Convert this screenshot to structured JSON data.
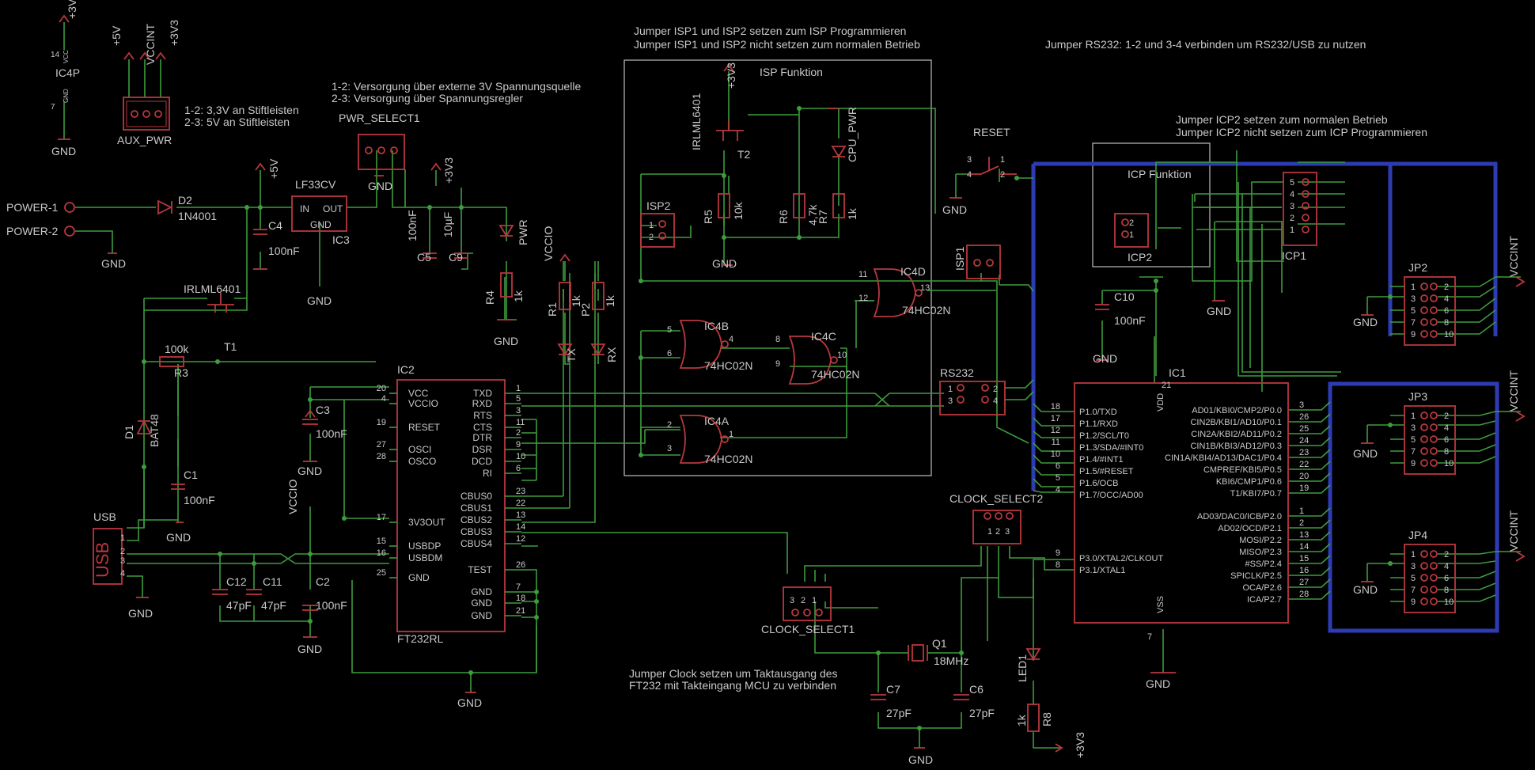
{
  "notes": {
    "isp_line1": "Jumper ISP1 und ISP2 setzen zum ISP Programmieren",
    "isp_line2": "Jumper ISP1 und ISP2 nicht setzen zum normalen Betrieb",
    "rs232": "Jumper RS232: 1-2 und 3-4 verbinden um RS232/USB zu nutzen",
    "icp_line1": "Jumper ICP2 setzen zum normalen Betrieb",
    "icp_line2": "Jumper ICP2 nicht setzen zum ICP Programmieren",
    "pwr_line1": "1-2: Versorgung über externe 3V Spannungsquelle",
    "pwr_line2": "2-3: Versorgung über Spannungsregler",
    "aux_line1": "1-2: 3,3V an Stiftleisten",
    "aux_line2": "2-3: 5V an Stiftleisten",
    "clock_line1": "Jumper Clock setzen um Taktausgang des",
    "clock_line2": "FT232 mit Takteingang MCU zu verbinden"
  },
  "frames": {
    "isp": "ISP Funktion",
    "icp": "ICP Funktion"
  },
  "power_rails": {
    "v33": "+3V3",
    "v5": "+5V",
    "vccint": "VCCINT",
    "vccio": "VCCIO",
    "gnd": "GND"
  },
  "parts": {
    "ic4p": "IC4P",
    "ic4p_vcc": "VCC",
    "ic4p_gnd": "GND",
    "ic4p_pin14": "14",
    "ic4p_pin7": "7",
    "aux_pwr": "AUX_PWR",
    "pwr_select": "PWR_SELECT1",
    "power1": "POWER-1",
    "power2": "POWER-2",
    "d2": "D2",
    "d2_val": "1N4001",
    "ic3_name": "LF33CV",
    "ic3": "IC3",
    "ic3_in": "IN",
    "ic3_out": "OUT",
    "ic3_gnd": "GND",
    "c4": "C4",
    "c4_val": "100nF",
    "c5": "C5",
    "c5_val": "100nF",
    "c9": "C9",
    "c9_val": "10µF",
    "pwr_led": "PWR",
    "r4": "R4",
    "r4_val": "1k",
    "t1_type": "IRLML6401",
    "t1": "T1",
    "r3": "R3",
    "r3_val": "100k",
    "d1": "D1",
    "d1_val": "BAT48",
    "c1": "C1",
    "c1_val": "100nF",
    "usb": "USB",
    "usb_label": "USB",
    "c12": "C12",
    "c12_val": "47pF",
    "c11": "C11",
    "c11_val": "47pF",
    "c2": "C2",
    "c2_val": "100nF",
    "c3": "C3",
    "c3_val": "100nF",
    "r1": "R1",
    "r1_val": "1k",
    "r2": "P2",
    "r2_val": "1k",
    "tx": "TX",
    "rx": "RX",
    "ic2": "IC2",
    "ic2_type": "FT232RL",
    "isp2": "ISP2",
    "t2_type": "IRLML6401",
    "t2": "T2",
    "r5": "R5",
    "r5_val": "10k",
    "r6": "R6",
    "r6_val": "4,7k",
    "r7": "R7",
    "r7_val": "1k",
    "cpu_pwr": "CPU_PWR",
    "ic4a": "IC4A",
    "ic4b": "IC4B",
    "ic4c": "IC4C",
    "ic4d": "IC4D",
    "nor": "74HC02N",
    "reset": "RESET",
    "isp1": "ISP1",
    "rs232": "RS232",
    "c10": "C10",
    "c10_val": "100nF",
    "icp1": "ICP1",
    "icp2": "ICP2",
    "ic1": "IC1",
    "vdd": "VDD",
    "vss": "VSS",
    "jp2": "JP2",
    "jp3": "JP3",
    "jp4": "JP4",
    "clock_select2": "CLOCK_SELECT2",
    "clock_select1": "CLOCK_SELECT1",
    "q1": "Q1",
    "q1_val": "18MHz",
    "c7": "C7",
    "c7_val": "27pF",
    "c6": "C6",
    "c6_val": "27pF",
    "led1": "LED1",
    "r8": "R8",
    "r8_val": "1k"
  },
  "ft232_left": [
    {
      "num": "20",
      "name": "VCC"
    },
    {
      "num": "4",
      "name": "VCCIO"
    },
    {
      "num": "19",
      "name": "RESET"
    },
    {
      "num": "27",
      "name": "OSCI"
    },
    {
      "num": "28",
      "name": "OSCO"
    },
    {
      "num": "17",
      "name": "3V3OUT"
    },
    {
      "num": "15",
      "name": "USBDP"
    },
    {
      "num": "16",
      "name": "USBDM"
    },
    {
      "num": "25",
      "name": "GND"
    }
  ],
  "ft232_right": [
    {
      "num": "1",
      "name": "TXD"
    },
    {
      "num": "5",
      "name": "RXD"
    },
    {
      "num": "3",
      "name": "RTS"
    },
    {
      "num": "11",
      "name": "CTS"
    },
    {
      "num": "2",
      "name": "DTR"
    },
    {
      "num": "9",
      "name": "DSR"
    },
    {
      "num": "10",
      "name": "DCD"
    },
    {
      "num": "6",
      "name": "RI"
    },
    {
      "num": "23",
      "name": "CBUS0"
    },
    {
      "num": "22",
      "name": "CBUS1"
    },
    {
      "num": "13",
      "name": "CBUS2"
    },
    {
      "num": "14",
      "name": "CBUS3"
    },
    {
      "num": "12",
      "name": "CBUS4"
    },
    {
      "num": "26",
      "name": "TEST"
    },
    {
      "num": "7",
      "name": "GND"
    },
    {
      "num": "18",
      "name": "GND"
    },
    {
      "num": "21",
      "name": "GND"
    }
  ],
  "ic1_left": [
    {
      "num": "18",
      "name": "P1.0/TXD"
    },
    {
      "num": "17",
      "name": "P1.1/RXD"
    },
    {
      "num": "12",
      "name": "P1.2/SCL/T0"
    },
    {
      "num": "11",
      "name": "P1.3/SDA/#INT0"
    },
    {
      "num": "10",
      "name": "P1.4/#INT1"
    },
    {
      "num": "6",
      "name": "P1.5/#RESET"
    },
    {
      "num": "5",
      "name": "P1.6/OCB"
    },
    {
      "num": "4",
      "name": "P1.7/OCC/AD00"
    }
  ],
  "ic1_left2": [
    {
      "num": "9",
      "name": "P3.0/XTAL2/CLKOUT"
    },
    {
      "num": "8",
      "name": "P3.1/XTAL1"
    }
  ],
  "ic1_right": [
    {
      "num": "3",
      "name": "AD01/KBI0/CMP2/P0.0"
    },
    {
      "num": "26",
      "name": "CIN2B/KBI1/AD10/P0.1"
    },
    {
      "num": "25",
      "name": "CIN2A/KBI2/AD11/P0.2"
    },
    {
      "num": "24",
      "name": "CIN1B/KBI3/AD12/P0.3"
    },
    {
      "num": "23",
      "name": "CIN1A/KBI4/AD13/DAC1/P0.4"
    },
    {
      "num": "22",
      "name": "CMPREF/KBI5/P0.5"
    },
    {
      "num": "20",
      "name": "KBI6/CMP1/P0.6"
    },
    {
      "num": "19",
      "name": "T1/KBI7/P0.7"
    }
  ],
  "ic1_right2": [
    {
      "num": "1",
      "name": "AD03/DAC0/ICB/P2.0"
    },
    {
      "num": "2",
      "name": "AD02/OCD/P2.1"
    },
    {
      "num": "13",
      "name": "MOSI/P2.2"
    },
    {
      "num": "14",
      "name": "MISO/P2.3"
    },
    {
      "num": "15",
      "name": "#SS/P2.4"
    },
    {
      "num": "16",
      "name": "SPICLK/P2.5"
    },
    {
      "num": "27",
      "name": "OCA/P2.6"
    },
    {
      "num": "28",
      "name": "ICA/P2.7"
    }
  ],
  "header_pins_left": [
    "1",
    "3",
    "5",
    "7",
    "9"
  ],
  "header_pins_right": [
    "2",
    "4",
    "6",
    "8",
    "10"
  ],
  "icp1_pins": [
    "5",
    "4",
    "3",
    "2",
    "1"
  ],
  "colors": {
    "background": "#000000",
    "wire": "#3d9c3d",
    "part": "#b8383e",
    "bus": "#2e3cb4",
    "text": "#c9c9c9"
  }
}
